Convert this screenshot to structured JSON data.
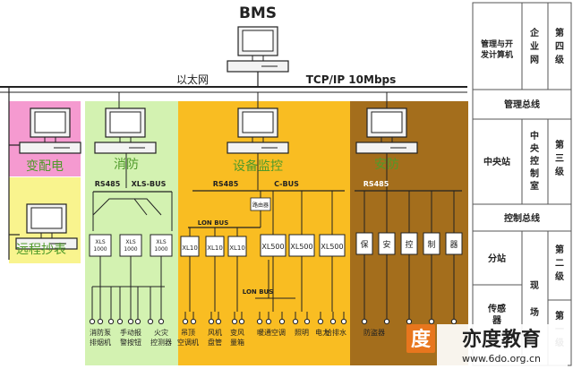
{
  "title": "BMS",
  "network": {
    "ethernet": "以太网",
    "tcpip": "TCP/IP 10Mbps"
  },
  "systems": {
    "substation": "变配电",
    "remote": "远程抄表",
    "fire": "消防",
    "monitor": "设备监控",
    "security": "安防"
  },
  "fire": {
    "rs485": "RS485",
    "xlsbus": "XLS-BUS",
    "controllers": [
      "XLS\n1000",
      "XLS\n1000",
      "XLS\n1000"
    ],
    "devices": [
      "消防泵\n排烟机",
      "手动报\n警按钮",
      "火灾\n控测器"
    ]
  },
  "monitor": {
    "rs485": "RS485",
    "cbus": "C-BUS",
    "router": "路由器",
    "lonbus": "LON BUS",
    "lonbus2": "LON BUS",
    "xl10": [
      "XL10",
      "XL10",
      "XL10"
    ],
    "xl500": [
      "XL500",
      "XL500",
      "XL500"
    ],
    "devices": [
      "吊顶\n空调机",
      "风机\n盘管",
      "变风\n量箱",
      "暖通空调",
      "照明",
      "电力",
      "给排水"
    ]
  },
  "security": {
    "rs485": "RS485",
    "units": [
      "保",
      "安",
      "控",
      "制",
      "器"
    ],
    "devices": [
      "防盗器"
    ]
  },
  "right_table": {
    "mgmt_computer": "管理与开发计算机",
    "enterprise_net": "企业网",
    "level4": "第四级",
    "mgmt_bus": "管理总线",
    "central_station": "中央站",
    "central_control": "中央控制室",
    "level3": "第三级",
    "control_bus": "控制总线",
    "substation": "分站",
    "level2": "第二级",
    "sensor": "传感器",
    "site": "现场",
    "level1": "第一级"
  },
  "watermark": {
    "logo_char": "度",
    "brand": "亦度教育",
    "url": "www.6do.org.cn"
  },
  "colors": {
    "pink": "#f59ad0",
    "yellow_light": "#f9f48e",
    "green_light": "#d3f2b1",
    "orange": "#f9bd22",
    "brown": "#a46e1c",
    "text_green": "#4f9a2a",
    "logo_orange": "#e8761d"
  }
}
